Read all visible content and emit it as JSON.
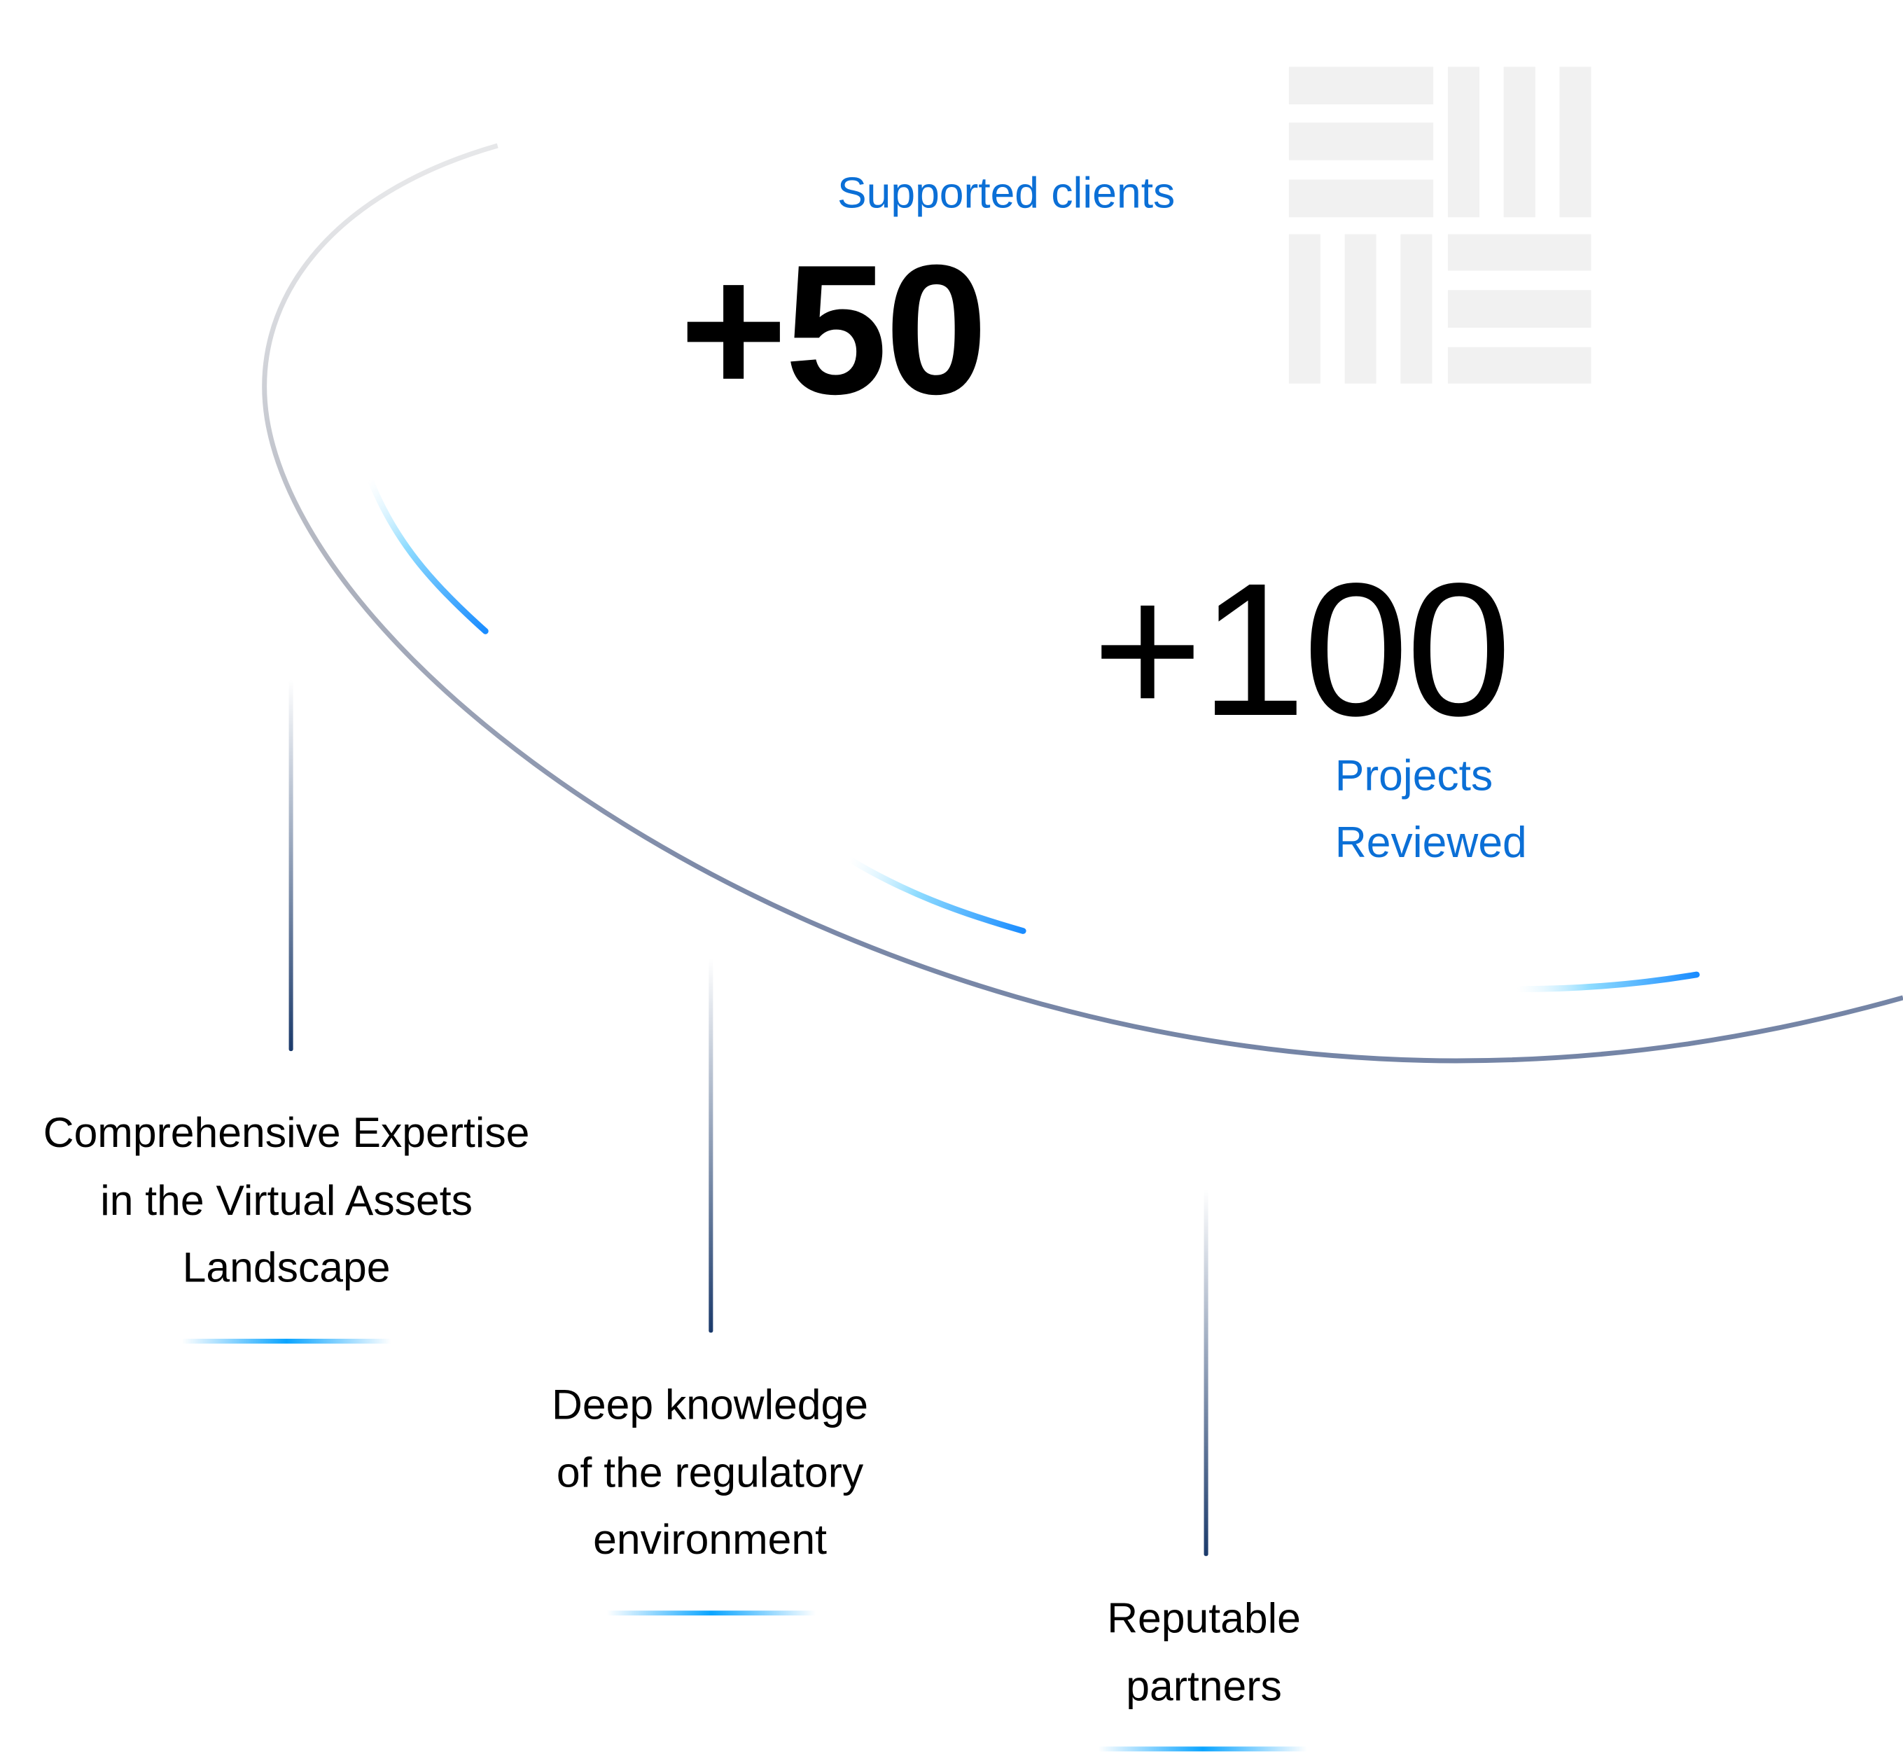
{
  "stats": {
    "clients": {
      "value": "+50",
      "label": "Supported clients"
    },
    "projects": {
      "value": "+100",
      "label_lines": [
        "Projects",
        "Reviewed"
      ]
    }
  },
  "features": [
    {
      "lines": [
        "Comprehensive Expertise",
        "in the Virtual Assets",
        "Landscape"
      ]
    },
    {
      "lines": [
        "Deep knowledge",
        "of the regulatory",
        "environment"
      ]
    },
    {
      "lines": [
        "Reputable",
        "partners"
      ]
    }
  ],
  "colors": {
    "accent": "#0b6fd6",
    "arc_highlight": "#1a8cff",
    "logo": "#f1f1f1",
    "line_dark": "#1b3a6b"
  }
}
